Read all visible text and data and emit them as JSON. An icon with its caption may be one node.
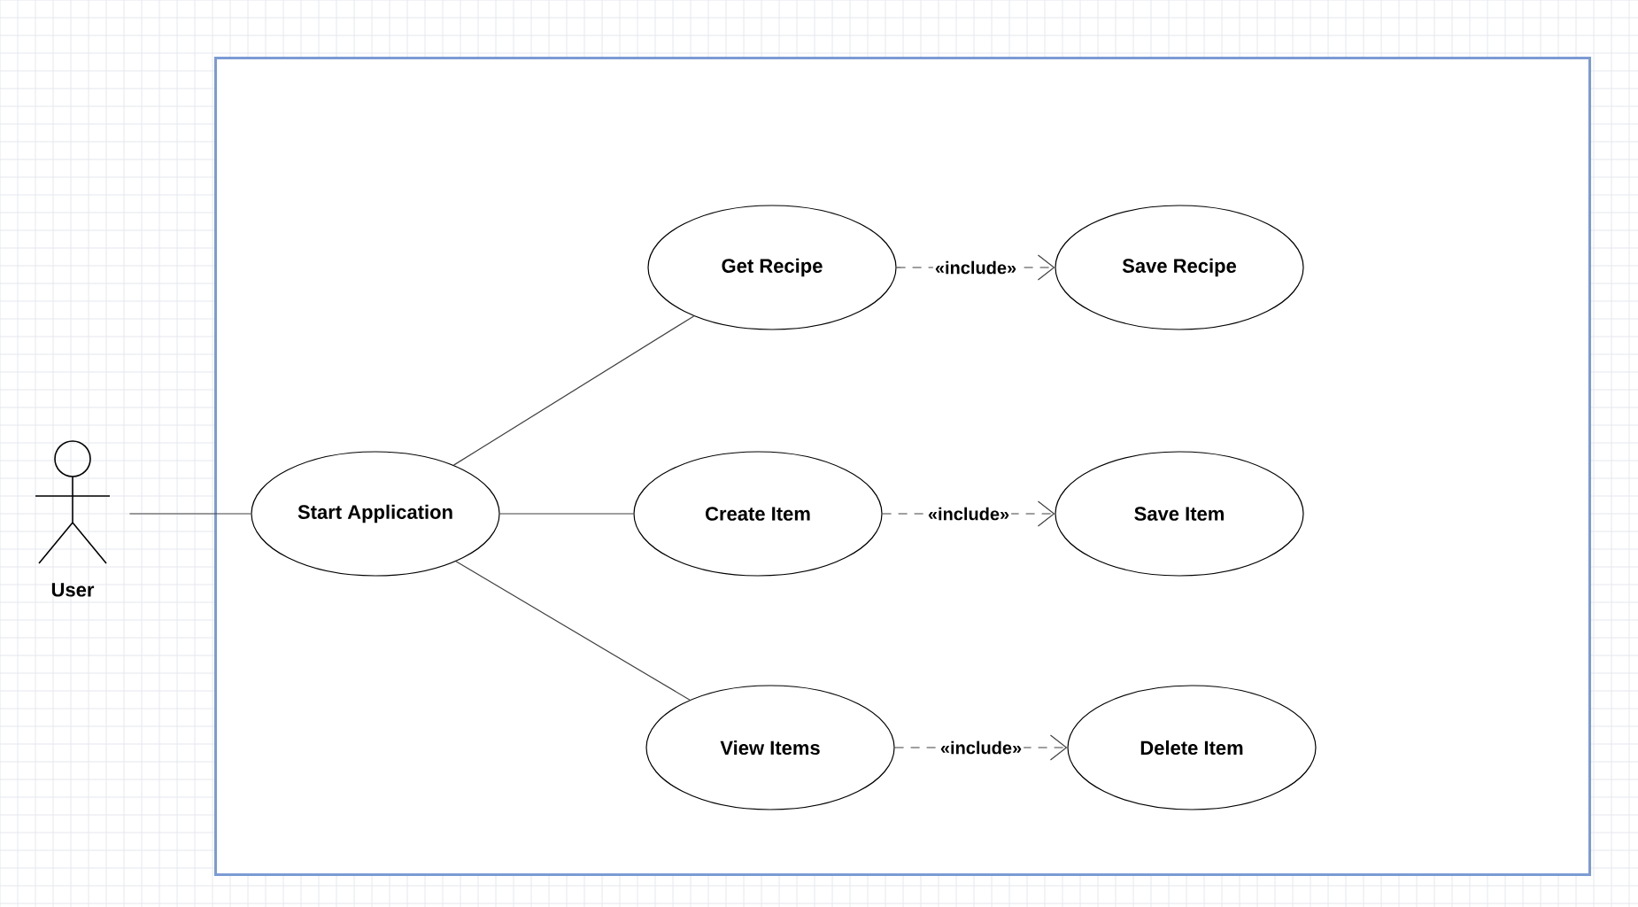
{
  "diagram": {
    "nodes": [
      {
        "text": [],
        "shape": "box"
      },
      {
        "text": [
          "User"
        ]
      },
      {
        "text": [
          "Start Application"
        ],
        "in": 0
      },
      {
        "text": [
          "Get Recipe"
        ],
        "in": 0
      },
      {
        "text": [
          "Save Recipe"
        ],
        "in": 0
      },
      {
        "text": [
          "Create Item"
        ],
        "in": 0
      },
      {
        "text": [
          "Save Item"
        ],
        "in": 0
      },
      {
        "text": [
          "View Items"
        ],
        "in": 0
      },
      {
        "text": [
          "Delete Item"
        ],
        "in": 0
      }
    ],
    "edges": [
      {
        "from": 1,
        "to": 2,
        "arrow": "none"
      },
      {
        "from": 2,
        "to": 3,
        "arrow": "none"
      },
      {
        "from": 2,
        "to": 5,
        "arrow": "none"
      },
      {
        "from": 2,
        "to": 7,
        "arrow": "none"
      },
      {
        "from": 3,
        "to": 4,
        "arrow": "to",
        "style": "dashed",
        "label": "«include»"
      },
      {
        "from": 5,
        "to": 6,
        "arrow": "to",
        "style": "dashed",
        "label": "«include»"
      },
      {
        "from": 7,
        "to": 8,
        "arrow": "to",
        "style": "dashed",
        "label": "«include»"
      }
    ]
  }
}
